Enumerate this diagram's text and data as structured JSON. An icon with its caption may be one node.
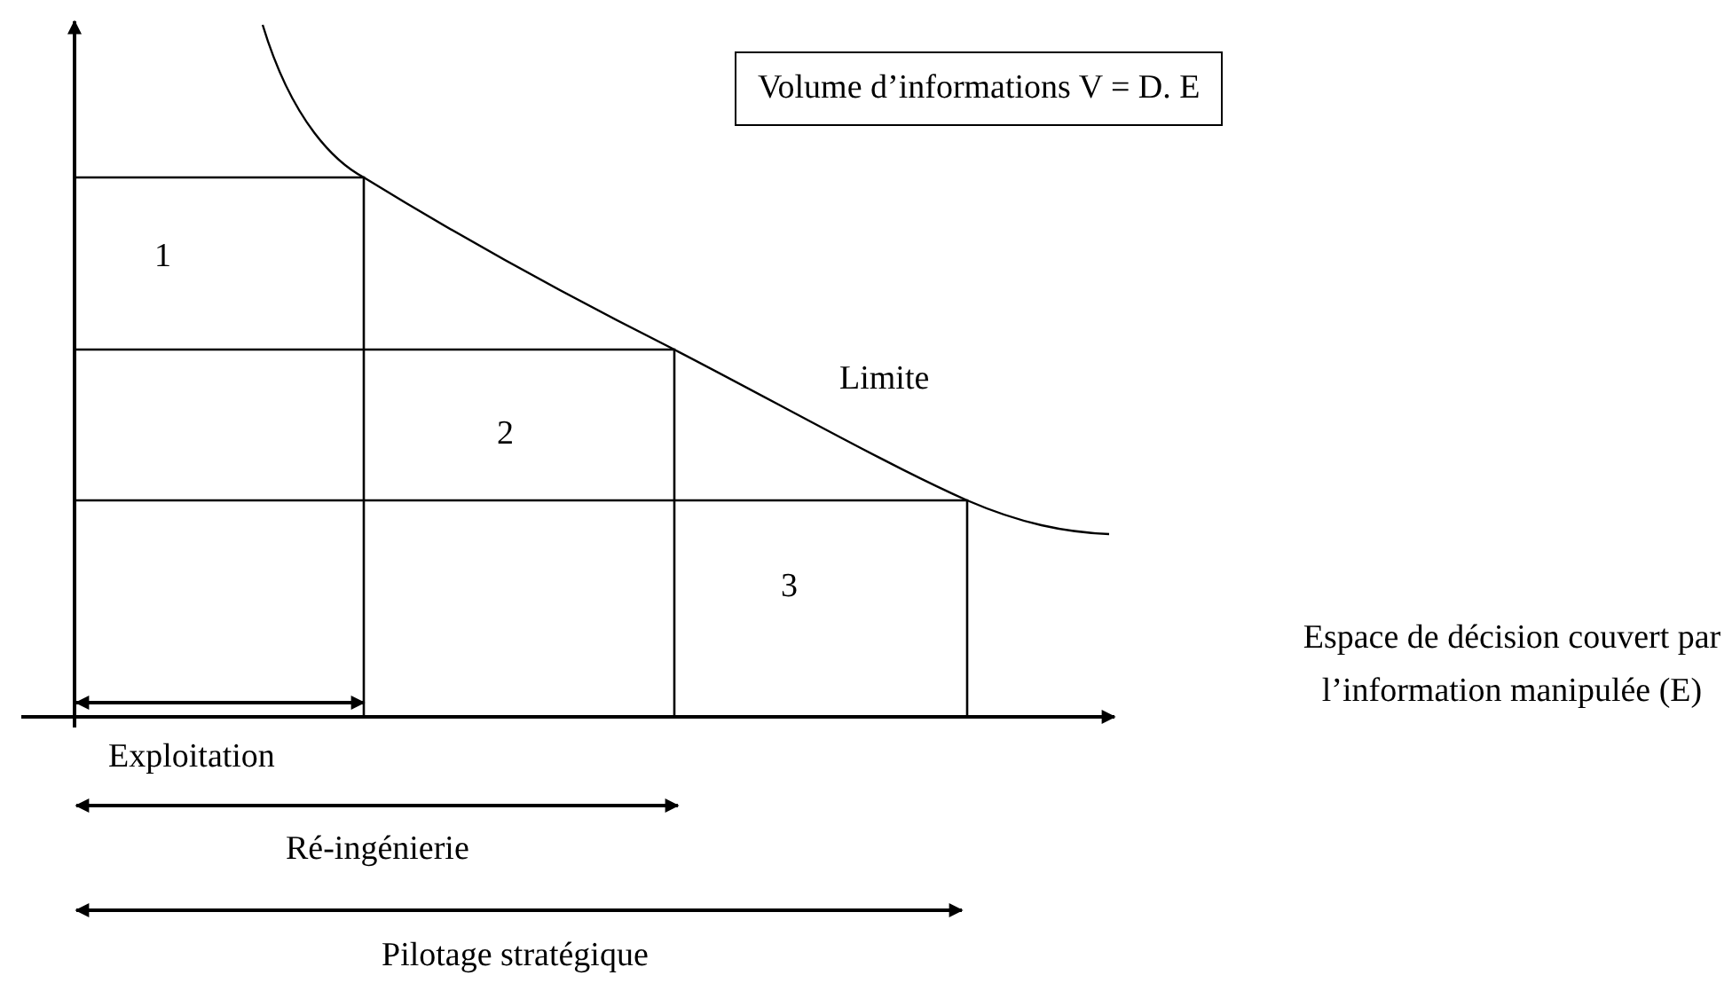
{
  "diagram": {
    "labels": [
      "Volume d’informations V = D. E",
      "1",
      "Limite",
      "2",
      "3",
      "Espace de décision couvert par l’information manipulée (E)",
      "Exploitation",
      "Ré-ingénierie",
      "Pilotage stratégique"
    ]
  }
}
